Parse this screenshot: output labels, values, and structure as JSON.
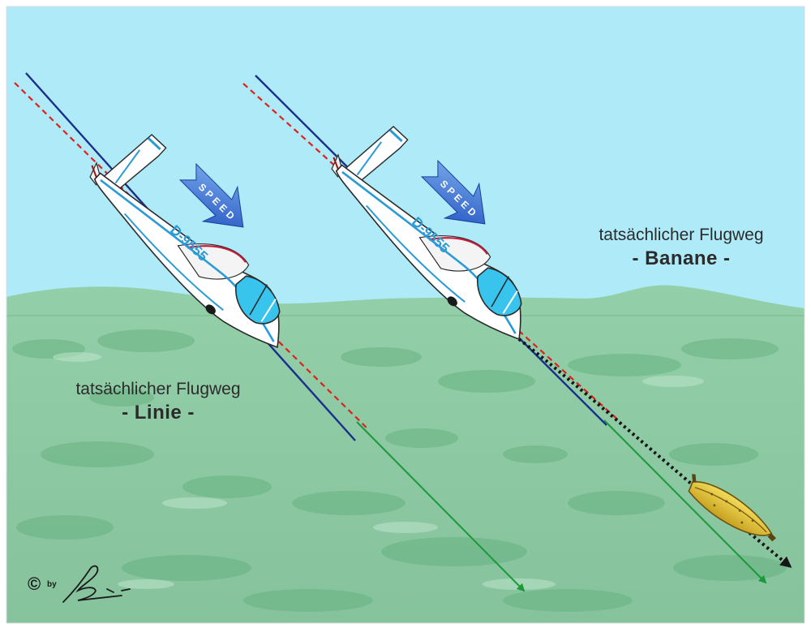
{
  "colors": {
    "sky": "#aeeaf7",
    "ground": "#8cc9a3",
    "glider_body": "#ffffff",
    "glider_stripe": "#2a9bd6",
    "canopy": "#39c4ee",
    "blue_line": "#1a2f8c",
    "red_dashed": "#e01f1f",
    "green_arrow": "#1a9a3a",
    "dotted_arrow": "#151515",
    "speed_arrow": "#2a5fcf",
    "banana": "#e8c63a"
  },
  "left_caption": {
    "line1": "tatsächlicher Flugweg",
    "line2": "- Linie -"
  },
  "right_caption": {
    "line1": "tatsächlicher Flugweg",
    "line2": "- Banane -"
  },
  "glider_registration": "D-9555",
  "speed_label": "SPEED",
  "copyright": {
    "symbol": "©",
    "by": "by"
  },
  "icons": [
    "glider-icon",
    "speed-arrow-icon",
    "banana-icon",
    "signature-icon"
  ]
}
